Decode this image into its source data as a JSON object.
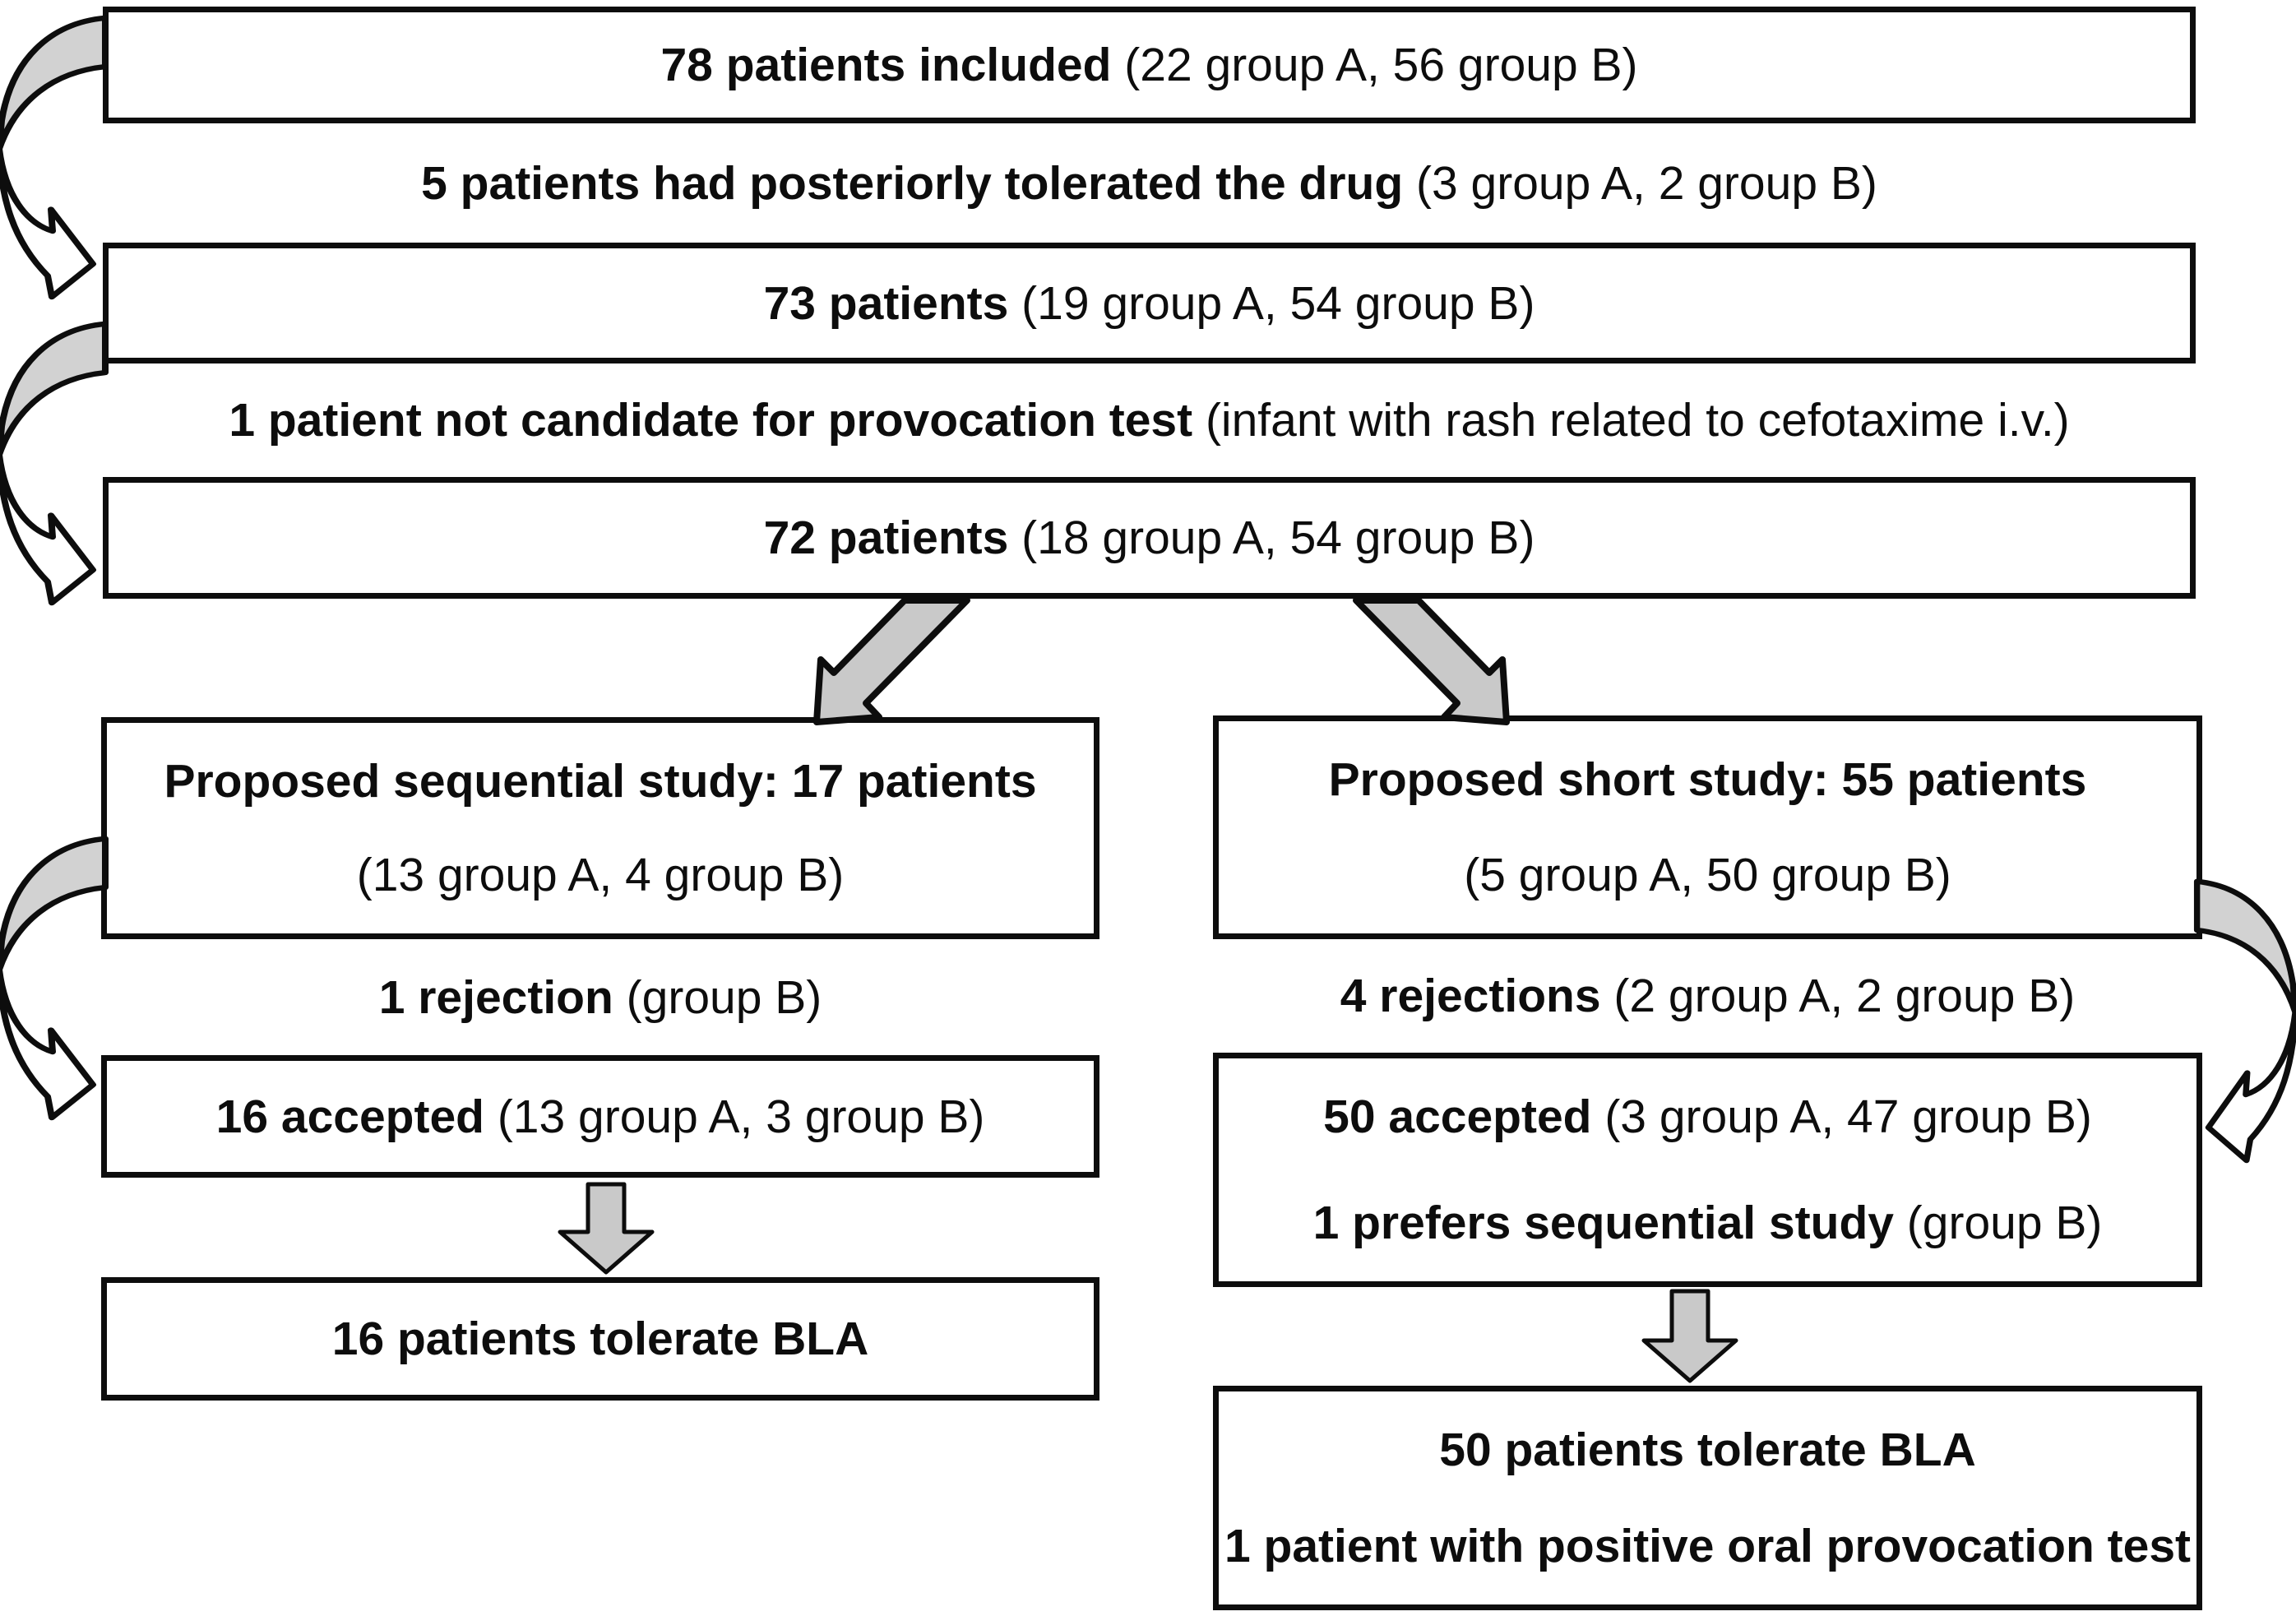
{
  "figure": {
    "background": "#ffffff",
    "line_color": "#0d0d0d",
    "box_fill": "#ffffff",
    "arrow_gray": "#d2d2d2",
    "block_arrow_gray": "#c9c9c9",
    "arrowhead_fill": "#ffffff"
  },
  "boxes": {
    "included": {
      "bold": "78 patients included",
      "rest": " (22 group A, 56 group B)"
    },
    "after_tolerated": {
      "bold": "73 patients",
      "rest": " (19 group A, 54 group B)"
    },
    "after_exclusion": {
      "bold": "72 patients",
      "rest": " (18 group A, 54 group B)"
    },
    "sequential": {
      "title": "Proposed sequential study: 17 patients",
      "detail": "(13 group A, 4 group B)"
    },
    "short": {
      "title": "Proposed short study: 55 patients",
      "detail": "(5 group A, 50 group B)"
    },
    "sequential_accepted": {
      "bold": "16 accepted",
      "rest": " (13 group A, 3 group B)"
    },
    "short_accepted": {
      "line1_bold": "50 accepted",
      "line1_rest": " (3 group A, 47 group B)",
      "line2_bold": "1 prefers sequential study",
      "line2_rest": " (group B)"
    },
    "sequential_outcome": {
      "bold": "16 patients tolerate BLA"
    },
    "short_outcome": {
      "line1": "50 patients tolerate BLA",
      "line2": "1 patient with positive oral provocation test"
    }
  },
  "notes": {
    "tolerated": {
      "bold": "5 patients had posteriorly tolerated the drug",
      "rest": " (3 group A, 2 group B)"
    },
    "not_candidate": {
      "bold": "1 patient not candidate for provocation test",
      "rest": " (infant with rash related to cefotaxime i.v.)"
    },
    "sequential_rejection": {
      "bold": "1 rejection",
      "rest": " (group B)"
    },
    "short_rejection": {
      "bold": "4 rejections",
      "rest": " (2 group A, 2 group B)"
    }
  }
}
